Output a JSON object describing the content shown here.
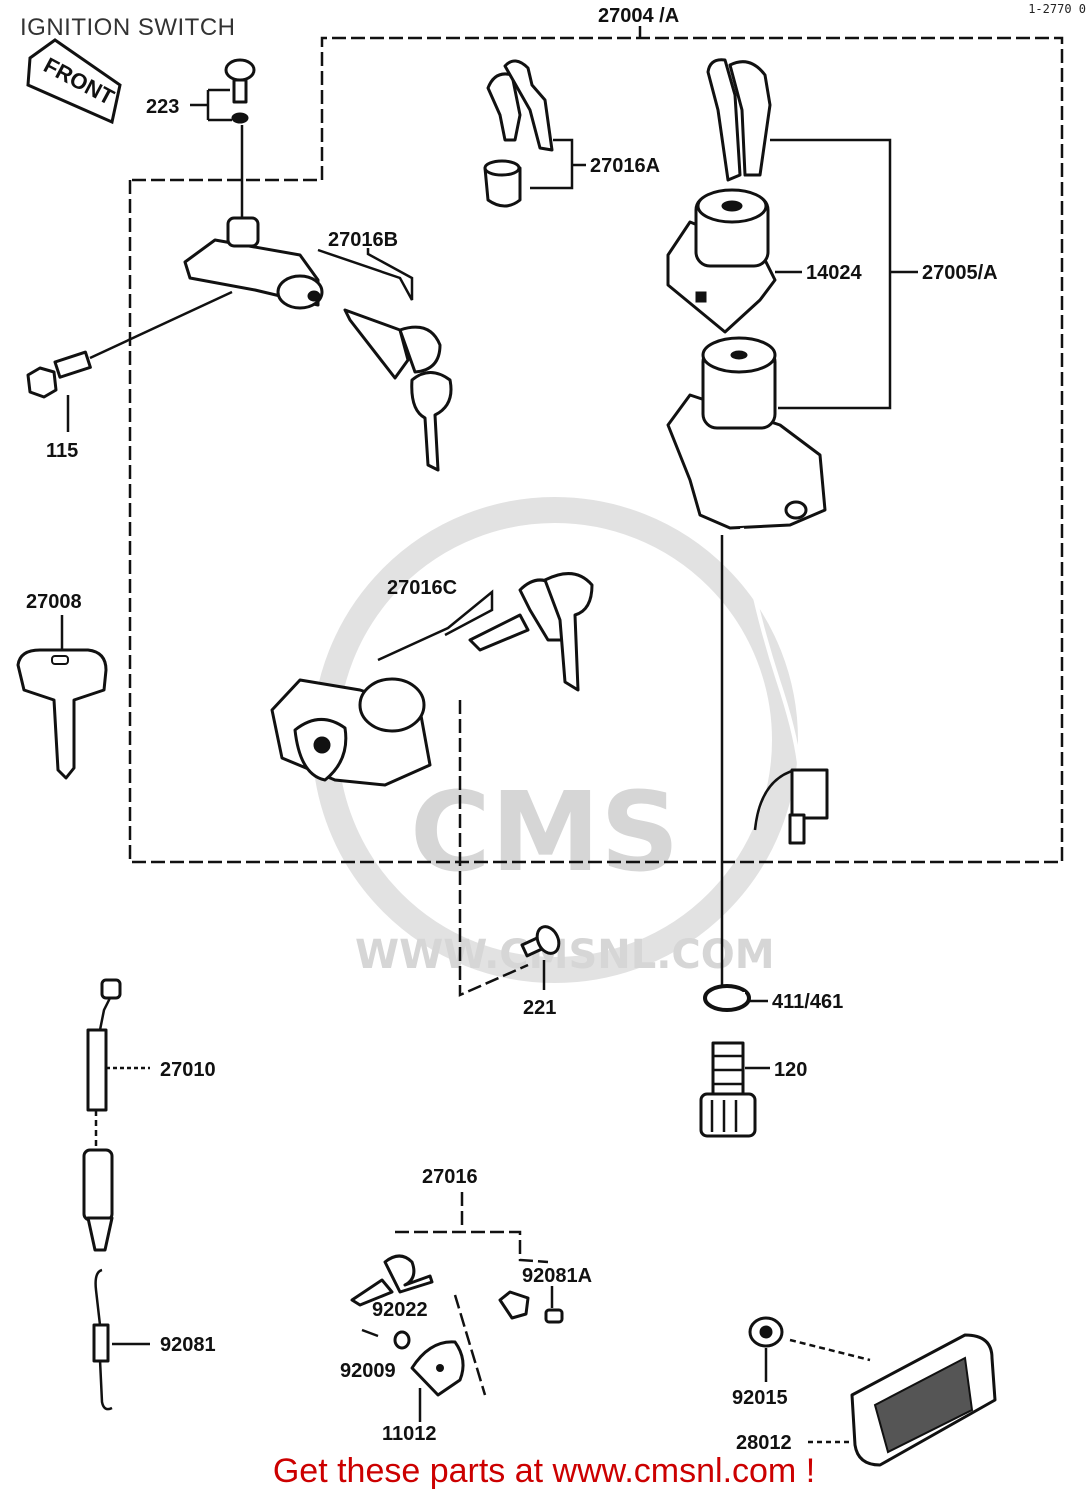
{
  "title": "IGNITION SWITCH",
  "diagram_code": "1-2770 0",
  "front_tag": "FRONT",
  "labels": {
    "p27004": "27004 /A",
    "p223": "223",
    "p27016A": "27016A",
    "p27016B": "27016B",
    "p14024": "14024",
    "p27005": "27005/A",
    "p115": "115",
    "p27008": "27008",
    "p27016C": "27016C",
    "p221": "221",
    "p411": "411/461",
    "p120": "120",
    "p27010": "27010",
    "p27016": "27016",
    "p92081A": "92081A",
    "p92022": "92022",
    "p92009": "92009",
    "p11012": "11012",
    "p92081": "92081",
    "p92015": "92015",
    "p28012": "28012"
  },
  "watermark": {
    "brand": "CMS",
    "url": "WWW.CMSNL.COM"
  },
  "footer": "Get these parts at www.cmsnl.com !"
}
